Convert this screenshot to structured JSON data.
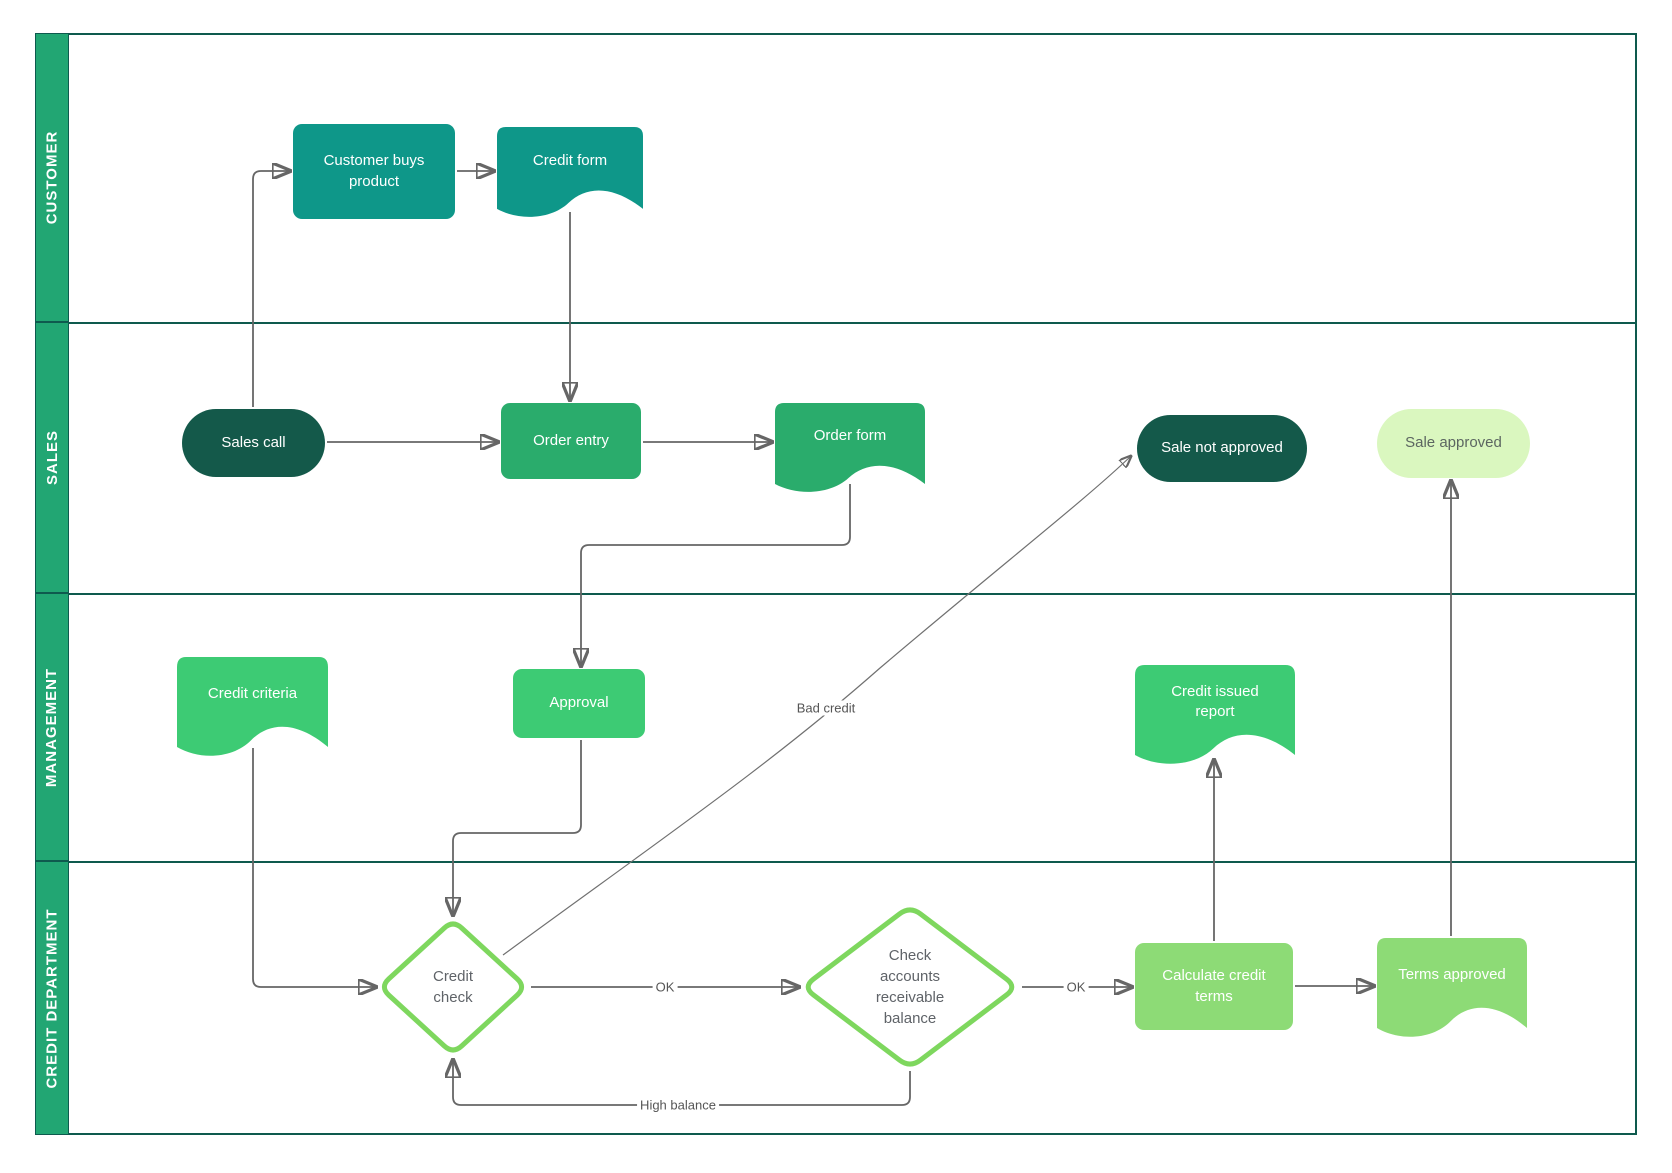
{
  "diagram": {
    "type": "swimlane-flowchart",
    "lanes": [
      {
        "id": "customer",
        "label": "CUSTOMER"
      },
      {
        "id": "sales",
        "label": "SALES"
      },
      {
        "id": "management",
        "label": "MANAGEMENT"
      },
      {
        "id": "credit-department",
        "label": "CREDIT DEPARTMENT"
      }
    ]
  },
  "nodes": {
    "customer_buys_product": {
      "label": "Customer buys product",
      "shape": "process"
    },
    "credit_form": {
      "label": "Credit form",
      "shape": "document"
    },
    "sales_call": {
      "label": "Sales call",
      "shape": "terminator"
    },
    "order_entry": {
      "label": "Order entry",
      "shape": "process"
    },
    "order_form": {
      "label": "Order form",
      "shape": "document"
    },
    "sale_not_approved": {
      "label": "Sale not approved",
      "shape": "terminator"
    },
    "sale_approved": {
      "label": "Sale approved",
      "shape": "terminator"
    },
    "credit_criteria": {
      "label": "Credit criteria",
      "shape": "document"
    },
    "approval": {
      "label": "Approval",
      "shape": "process"
    },
    "credit_issued_report": {
      "label": "Credit issued report",
      "shape": "document"
    },
    "credit_check": {
      "label": "Credit check",
      "shape": "decision"
    },
    "check_accounts": {
      "label": "Check accounts receivable balance",
      "shape": "decision"
    },
    "calculate_credit_terms": {
      "label": "Calculate credit terms",
      "shape": "process"
    },
    "terms_approved": {
      "label": "Terms approved",
      "shape": "document"
    }
  },
  "edges": {
    "ok_credit_check": {
      "label": "OK"
    },
    "ok_balance": {
      "label": "OK"
    },
    "bad_credit": {
      "label": "Bad credit"
    },
    "high_balance": {
      "label": "High balance"
    }
  },
  "colors": {
    "teal_shape": "#0e9789",
    "dark_green_shape": "#14594a",
    "green_shape": "#2aac6c",
    "bright_green_shape": "#3dcb74",
    "light_green_shape": "#8ddb76",
    "pale_green_shape": "#daf7bf",
    "lane_strip": "#22a673",
    "lane_border": "#0e5a4e",
    "decision_border": "#7ed75e",
    "connector": "#666666",
    "edge_label_text": "#555555",
    "decision_text": "#5f6368"
  }
}
